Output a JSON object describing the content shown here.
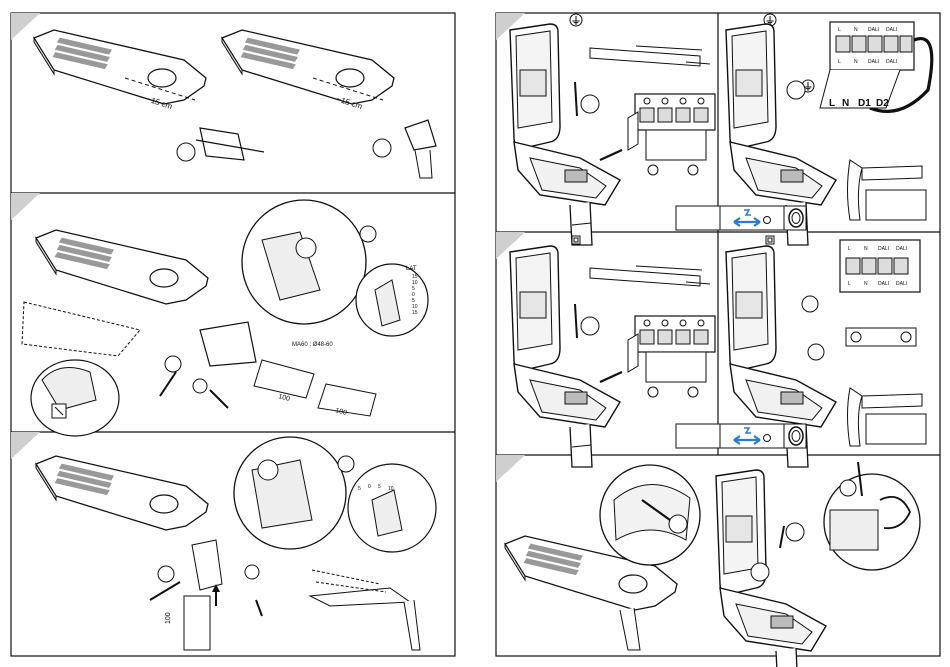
{
  "left_page": {
    "panel1": {
      "labels": {
        "dist_a": "~15 cm",
        "dist_b": "~15 cm"
      }
    },
    "panel2": {
      "labels": {
        "pipe_spec": "MA60 : Ø48-60",
        "dim_a": "100",
        "dim_b": "100",
        "lat": "LAT",
        "angles": [
          "15",
          "10",
          "5",
          "0",
          "5",
          "10",
          "15"
        ]
      }
    },
    "panel3": {
      "labels": {
        "dim_vertical": "100",
        "top_scale": [
          "5",
          "0",
          "5",
          "10"
        ]
      }
    }
  },
  "right_page": {
    "panel_a_left": {
      "icon": "earth-symbol"
    },
    "panel_a_right": {
      "icon": "earth-symbol",
      "terminal_top": [
        "L",
        "N",
        "DALI",
        "DALI"
      ],
      "terminal_bottom": [
        "L",
        "N",
        "DALI",
        "DALI"
      ],
      "big_labels": [
        "L",
        "N",
        "D1",
        "D2"
      ]
    },
    "panel_b_right": {
      "icon": "class-ii-symbol",
      "terminal_top": [
        "L",
        "N",
        "DALI",
        "DALI"
      ],
      "terminal_bottom": [
        "L",
        "N",
        "DALI",
        "DALI"
      ]
    }
  },
  "colors": {
    "line": "#111111",
    "shade": "#d9d9d9",
    "accent_blue": "#2b7bd6"
  }
}
